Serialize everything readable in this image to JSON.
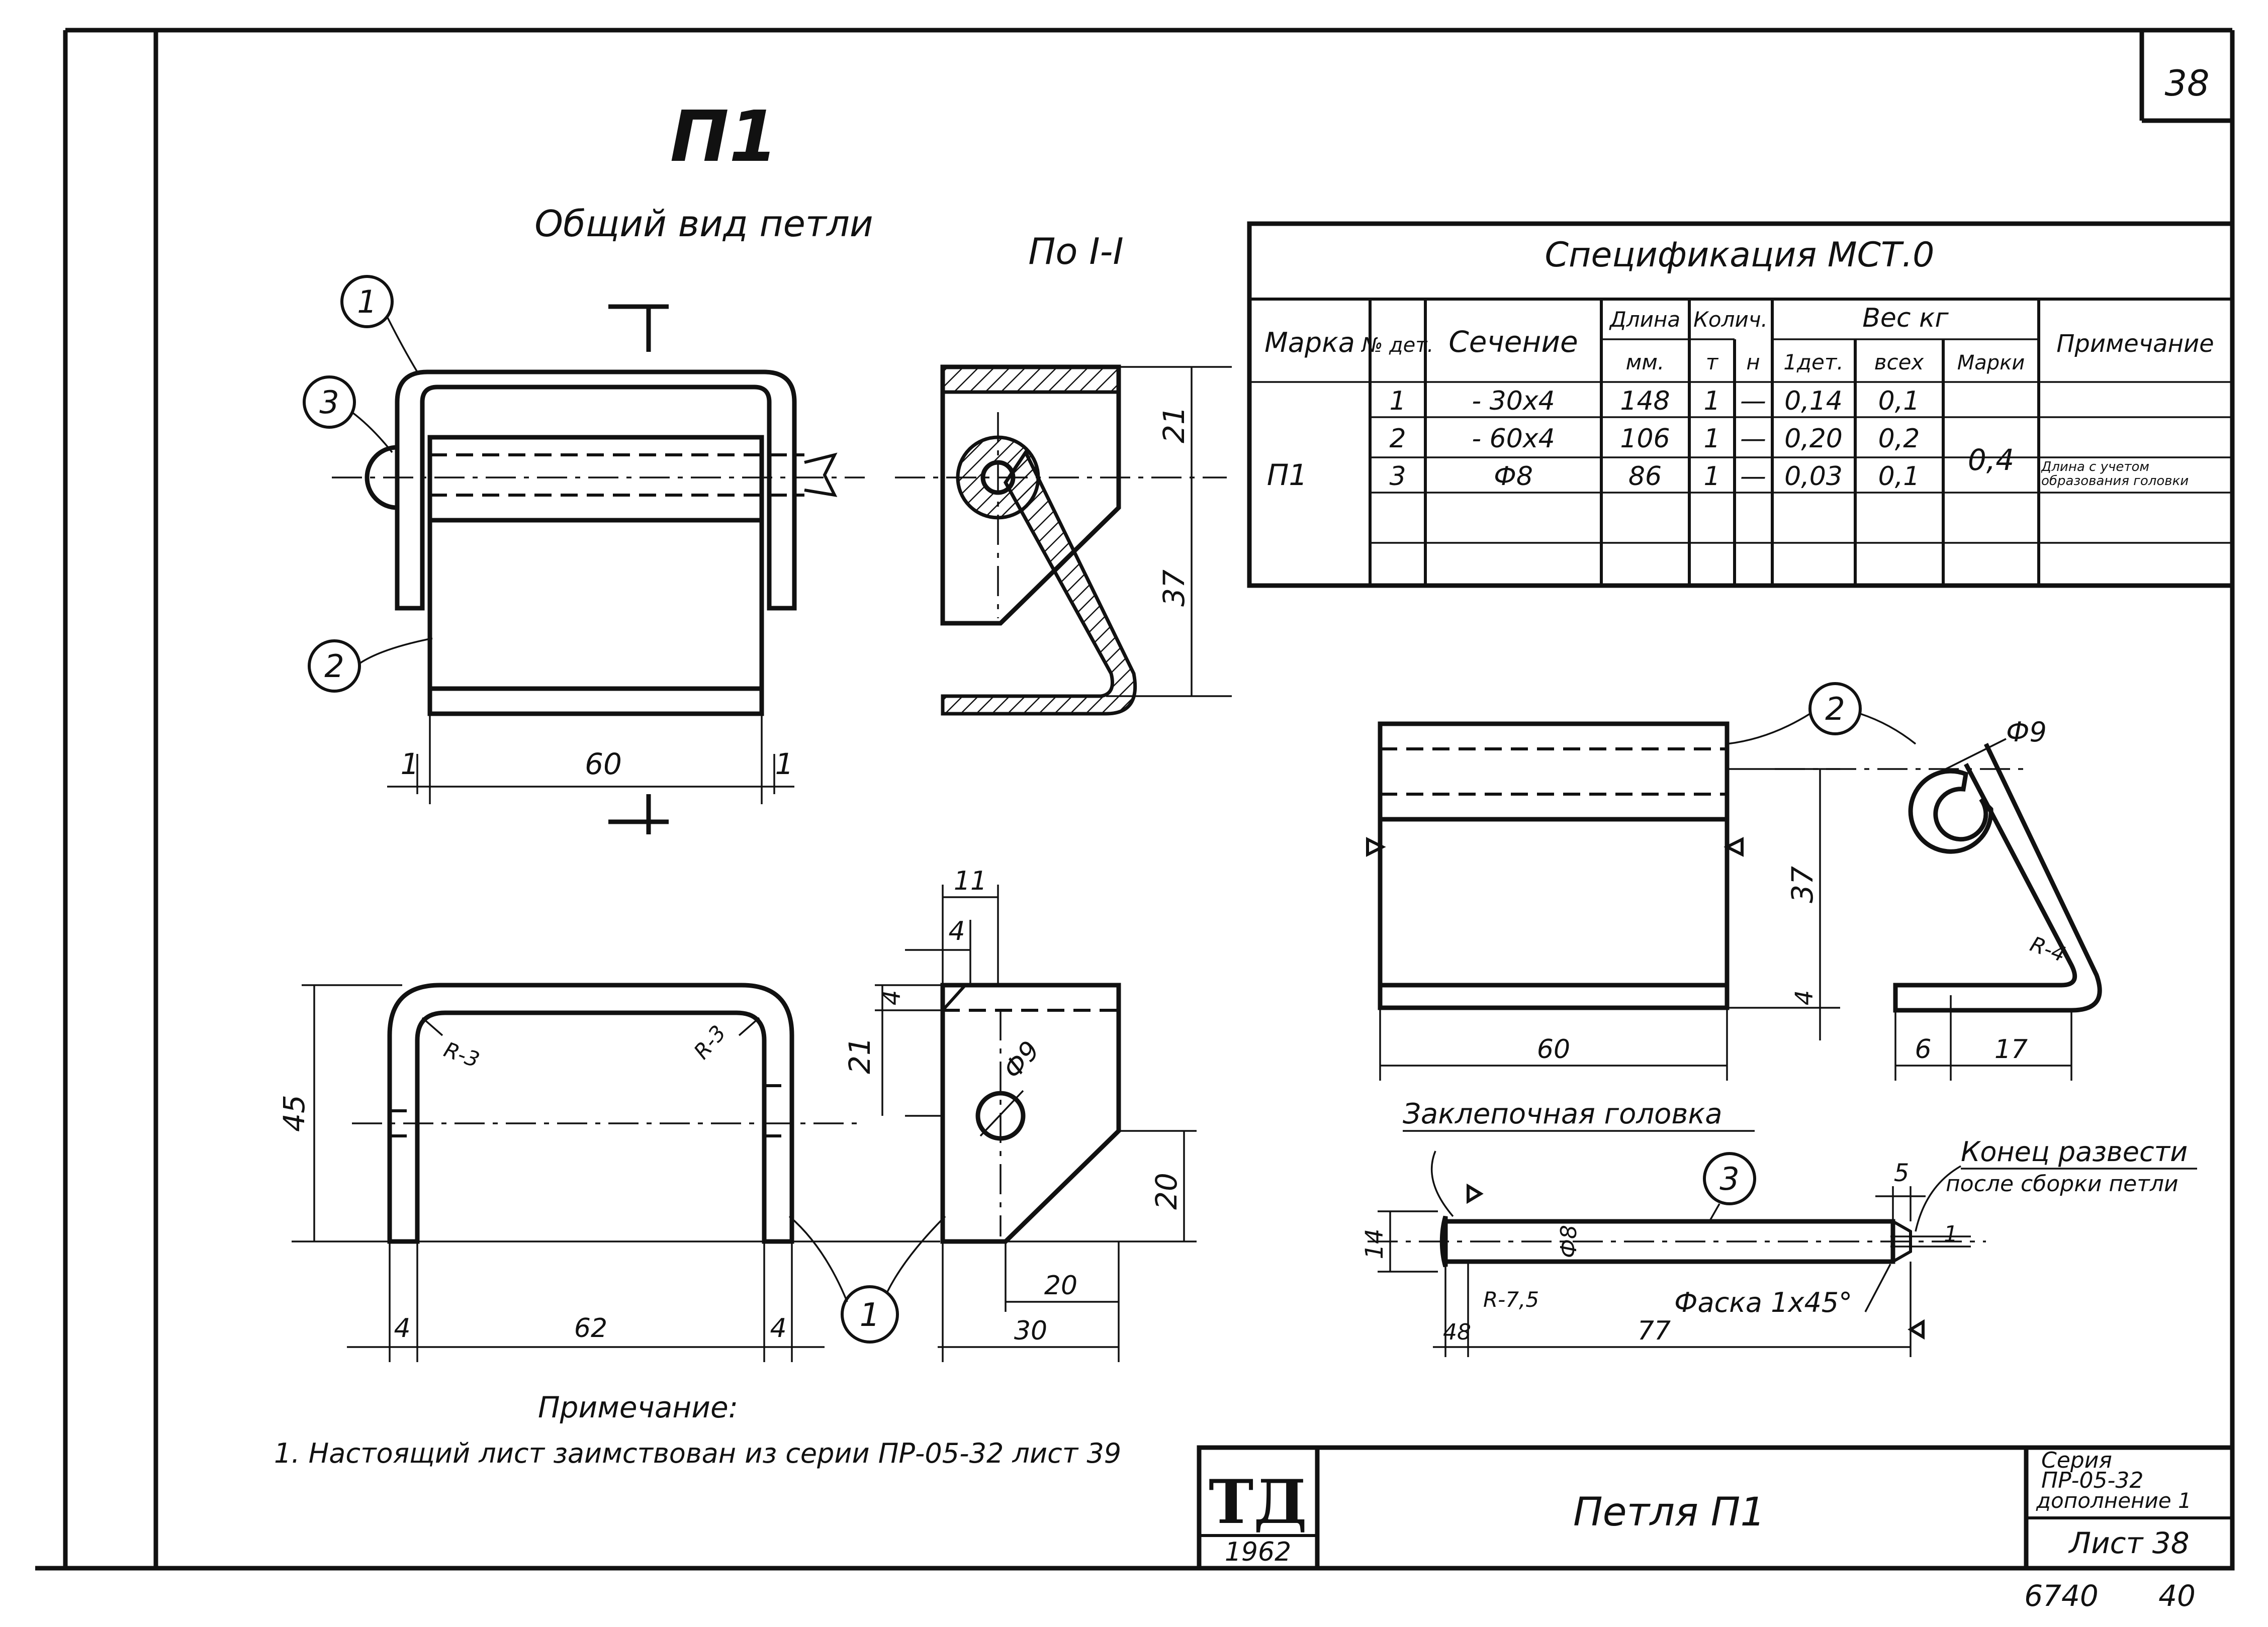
{
  "sheet_number": "38",
  "title": "П1",
  "general_view_label": "Общий вид петли",
  "section_label": "По I-I",
  "spec": {
    "title": "Спецификация МСТ.0",
    "headers": {
      "marka": "Марка",
      "det_no": "№ дет.",
      "section": "Сечение",
      "length": "Длина",
      "length_unit": "мм.",
      "qty": "Колич.",
      "qty_t": "т",
      "qty_n": "н",
      "weight": "Вес кг",
      "w_one": "1дет.",
      "w_all": "всех",
      "w_mark": "Марки",
      "note": "Примечание"
    },
    "mark": "П1",
    "mark_weight": "0,4",
    "rows": [
      {
        "det": "1",
        "section": "- 30x4",
        "length": "148",
        "t": "1",
        "n": "—",
        "w1": "0,14",
        "wall": "0,1",
        "note": ""
      },
      {
        "det": "2",
        "section": "- 60x4",
        "length": "106",
        "t": "1",
        "n": "—",
        "w1": "0,20",
        "wall": "0,2",
        "note": ""
      },
      {
        "det": "3",
        "section": "Ф8",
        "length": "86",
        "t": "1",
        "n": "—",
        "w1": "0,03",
        "wall": "0,1",
        "note": "Длина с учетом образования головки"
      }
    ]
  },
  "callouts": [
    "1",
    "2",
    "3"
  ],
  "dims": {
    "d1": "1",
    "d60": "60",
    "d21": "21",
    "d37": "37",
    "d11": "11",
    "d4": "4",
    "d45": "45",
    "d62": "62",
    "d20": "20",
    "d30": "30",
    "r3": "R-3",
    "phi9": "Ф9",
    "r4": "R-4",
    "d6": "6",
    "d17": "17",
    "d14": "14",
    "d48": "48",
    "d77": "77",
    "d5": "5",
    "r75": "R-7,5",
    "phi8": "Ф8"
  },
  "rivet_head_label": "Заклепочная головка",
  "end_note_1": "Конец развести",
  "end_note_2": "после сборки петли",
  "chamfer_label": "Фаска 1x45°",
  "notes_title": "Примечание:",
  "note_1": "1. Настоящий лист заимствован из серии ПР-05-32 лист 39",
  "stamp": {
    "org": "ТД",
    "year": "1962",
    "name": "Петля П1",
    "series_1": "Серия",
    "series_2": "ПР-05-32",
    "series_3": "дополнение 1",
    "sheet": "Лист 38"
  },
  "footer_code": "6740",
  "footer_num": "40"
}
